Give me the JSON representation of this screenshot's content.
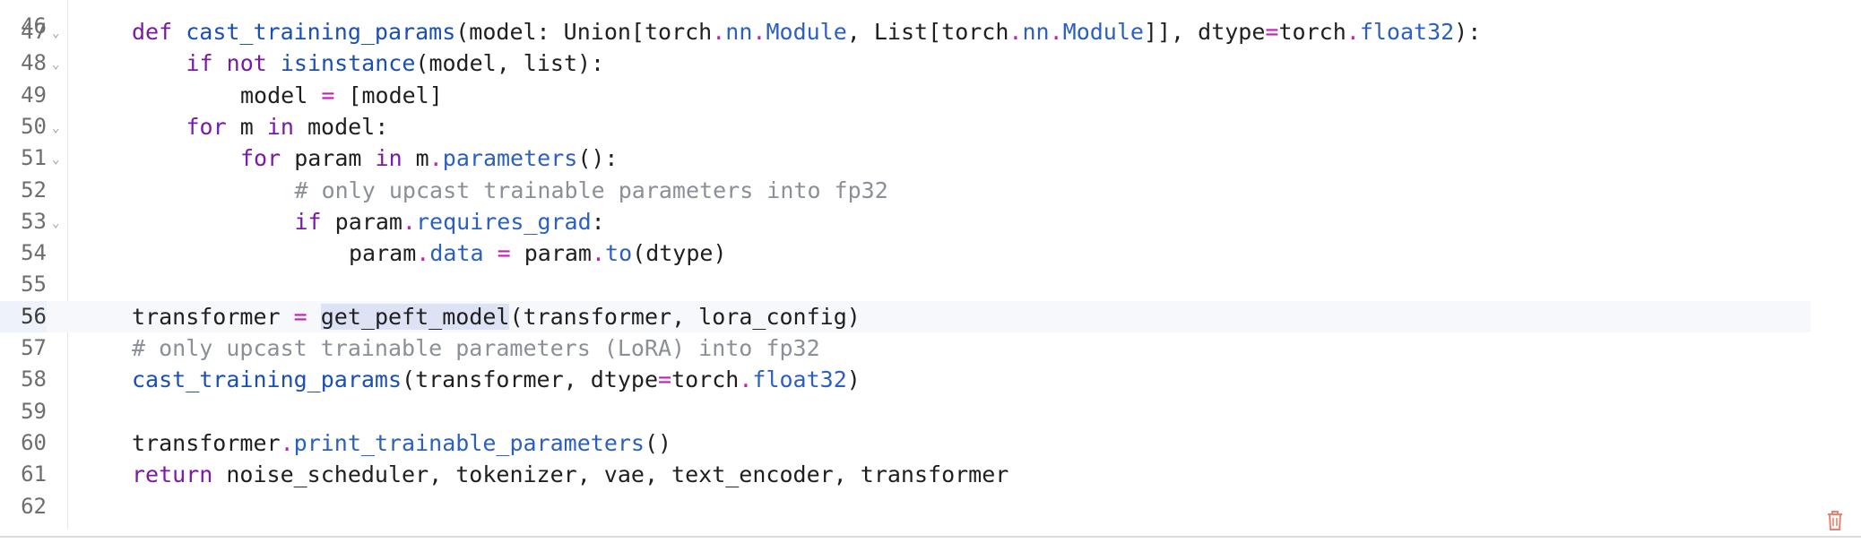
{
  "top_partial_line_number": "46",
  "lines": [
    {
      "n": "47",
      "fold": true,
      "indent": 1,
      "tokens": [
        [
          "kw",
          "def"
        ],
        [
          "",
          " "
        ],
        [
          "fn",
          "cast_training_params"
        ],
        [
          "",
          "(model: Union[torch"
        ],
        [
          "op",
          "."
        ],
        [
          "attr",
          "nn"
        ],
        [
          "op",
          "."
        ],
        [
          "attr",
          "Module"
        ],
        [
          "",
          ", List[torch"
        ],
        [
          "op",
          "."
        ],
        [
          "attr",
          "nn"
        ],
        [
          "op",
          "."
        ],
        [
          "attr",
          "Module"
        ],
        [
          "",
          "]], dtype"
        ],
        [
          "op",
          "="
        ],
        [
          "",
          "torch"
        ],
        [
          "op",
          "."
        ],
        [
          "attr",
          "float32"
        ],
        [
          "",
          "):"
        ]
      ]
    },
    {
      "n": "48",
      "fold": true,
      "indent": 2,
      "tokens": [
        [
          "kw",
          "if not"
        ],
        [
          "",
          " "
        ],
        [
          "fn",
          "isinstance"
        ],
        [
          "",
          "(model, list):"
        ]
      ]
    },
    {
      "n": "49",
      "fold": false,
      "indent": 3,
      "tokens": [
        [
          "",
          "model "
        ],
        [
          "op",
          "="
        ],
        [
          "",
          " [model]"
        ]
      ]
    },
    {
      "n": "50",
      "fold": true,
      "indent": 2,
      "tokens": [
        [
          "kw",
          "for"
        ],
        [
          "",
          " m "
        ],
        [
          "kw",
          "in"
        ],
        [
          "",
          " model:"
        ]
      ]
    },
    {
      "n": "51",
      "fold": true,
      "indent": 3,
      "tokens": [
        [
          "kw",
          "for"
        ],
        [
          "",
          " param "
        ],
        [
          "kw",
          "in"
        ],
        [
          "",
          " m"
        ],
        [
          "op",
          "."
        ],
        [
          "attr",
          "parameters"
        ],
        [
          "",
          "():"
        ]
      ]
    },
    {
      "n": "52",
      "fold": false,
      "indent": 4,
      "tokens": [
        [
          "cm",
          "# only upcast trainable parameters into fp32"
        ]
      ]
    },
    {
      "n": "53",
      "fold": true,
      "indent": 4,
      "tokens": [
        [
          "kw",
          "if"
        ],
        [
          "",
          " param"
        ],
        [
          "op",
          "."
        ],
        [
          "attr",
          "requires_grad"
        ],
        [
          "",
          ":"
        ]
      ]
    },
    {
      "n": "54",
      "fold": false,
      "indent": 5,
      "tokens": [
        [
          "",
          "param"
        ],
        [
          "op",
          "."
        ],
        [
          "attr",
          "data"
        ],
        [
          "",
          " "
        ],
        [
          "op",
          "="
        ],
        [
          "",
          " param"
        ],
        [
          "op",
          "."
        ],
        [
          "attr",
          "to"
        ],
        [
          "",
          "(dtype)"
        ]
      ]
    },
    {
      "n": "55",
      "fold": false,
      "indent": 0,
      "tokens": []
    },
    {
      "n": "56",
      "fold": false,
      "indent": 1,
      "active": true,
      "tokens": [
        [
          "",
          "transformer "
        ],
        [
          "op",
          "="
        ],
        [
          "",
          " "
        ],
        [
          "hl",
          "get_peft_model"
        ],
        [
          "",
          "(transformer, lora_config)"
        ]
      ]
    },
    {
      "n": "57",
      "fold": false,
      "indent": 1,
      "tokens": [
        [
          "cm",
          "# only upcast trainable parameters (LoRA) into fp32"
        ]
      ]
    },
    {
      "n": "58",
      "fold": false,
      "indent": 1,
      "tokens": [
        [
          "fn",
          "cast_training_params"
        ],
        [
          "",
          "(transformer, dtype"
        ],
        [
          "op",
          "="
        ],
        [
          "",
          "torch"
        ],
        [
          "op",
          "."
        ],
        [
          "attr",
          "float32"
        ],
        [
          "",
          ")"
        ]
      ]
    },
    {
      "n": "59",
      "fold": false,
      "indent": 0,
      "tokens": []
    },
    {
      "n": "60",
      "fold": false,
      "indent": 1,
      "tokens": [
        [
          "",
          "transformer"
        ],
        [
          "op",
          "."
        ],
        [
          "attr",
          "print_trainable_parameters"
        ],
        [
          "",
          "()"
        ]
      ]
    },
    {
      "n": "61",
      "fold": false,
      "indent": 1,
      "tokens": [
        [
          "kw",
          "return"
        ],
        [
          "",
          " noise_scheduler, tokenizer, vae, text_encoder, transformer"
        ]
      ]
    },
    {
      "n": "62",
      "fold": false,
      "indent": 0,
      "tokens": []
    }
  ],
  "fold_glyph": "⌄",
  "icons": {
    "delete": "trash-icon"
  },
  "colors": {
    "keyword": "#7a1aa6",
    "function": "#1a4fb3",
    "operator": "#c21fb5",
    "comment": "#8a8f98",
    "trash": "#e8826f"
  }
}
